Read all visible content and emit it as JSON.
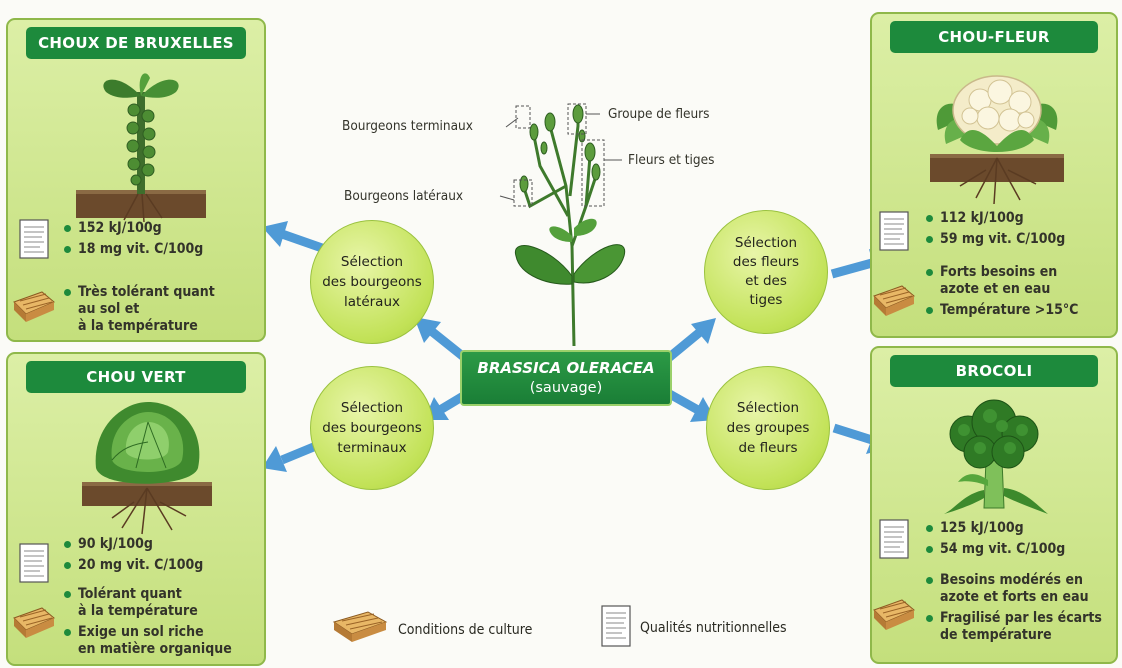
{
  "cards": {
    "brussels": {
      "title": "CHOUX DE BRUXELLES",
      "energy": "152 kJ/100g",
      "vitc": "18 mg vit. C/100g",
      "culture": [
        "Très tolérant quant",
        "au sol et",
        "à la température"
      ]
    },
    "cauliflower": {
      "title": "CHOU-FLEUR",
      "energy": "112 kJ/100g",
      "vitc": "59 mg vit. C/100g",
      "culture1": [
        "Forts besoins en",
        "azote et en eau"
      ],
      "culture2": "Température >15°C"
    },
    "cabbage": {
      "title": "CHOU VERT",
      "energy": "90 kJ/100g",
      "vitc": "20 mg vit. C/100g",
      "culture1": [
        "Tolérant quant",
        "à la température"
      ],
      "culture2": [
        "Exige un sol riche",
        "en matière organique"
      ]
    },
    "broccoli": {
      "title": "BROCOLI",
      "energy": "125 kJ/100g",
      "vitc": "54 mg vit. C/100g",
      "culture1": [
        "Besoins modérés en",
        "azote et forts en eau"
      ],
      "culture2": [
        "Fragilisé par les écarts",
        "de température"
      ]
    }
  },
  "selections": {
    "lateral": [
      "Sélection",
      "des bourgeons",
      "latéraux"
    ],
    "terminal": [
      "Sélection",
      "des bourgeons",
      "terminaux"
    ],
    "flowers_stems": [
      "Sélection",
      "des fleurs",
      "et des",
      "tiges"
    ],
    "flower_groups": [
      "Sélection",
      "des groupes",
      "de fleurs"
    ]
  },
  "center": {
    "name": "BRASSICA OLERACEA",
    "sub": "(sauvage)"
  },
  "plant_labels": {
    "terminal_buds": "Bourgeons terminaux",
    "flower_group": "Groupe de fleurs",
    "flowers_stems": "Fleurs et tiges",
    "lateral_buds": "Bourgeons latéraux"
  },
  "legend": {
    "culture": "Conditions de culture",
    "nutrition": "Qualités nutritionnelles"
  },
  "colors": {
    "card_bg": "#cfe692",
    "title_bg": "#1d8a3c",
    "circle": "#c2e257",
    "arrow": "#4f9ad6"
  }
}
